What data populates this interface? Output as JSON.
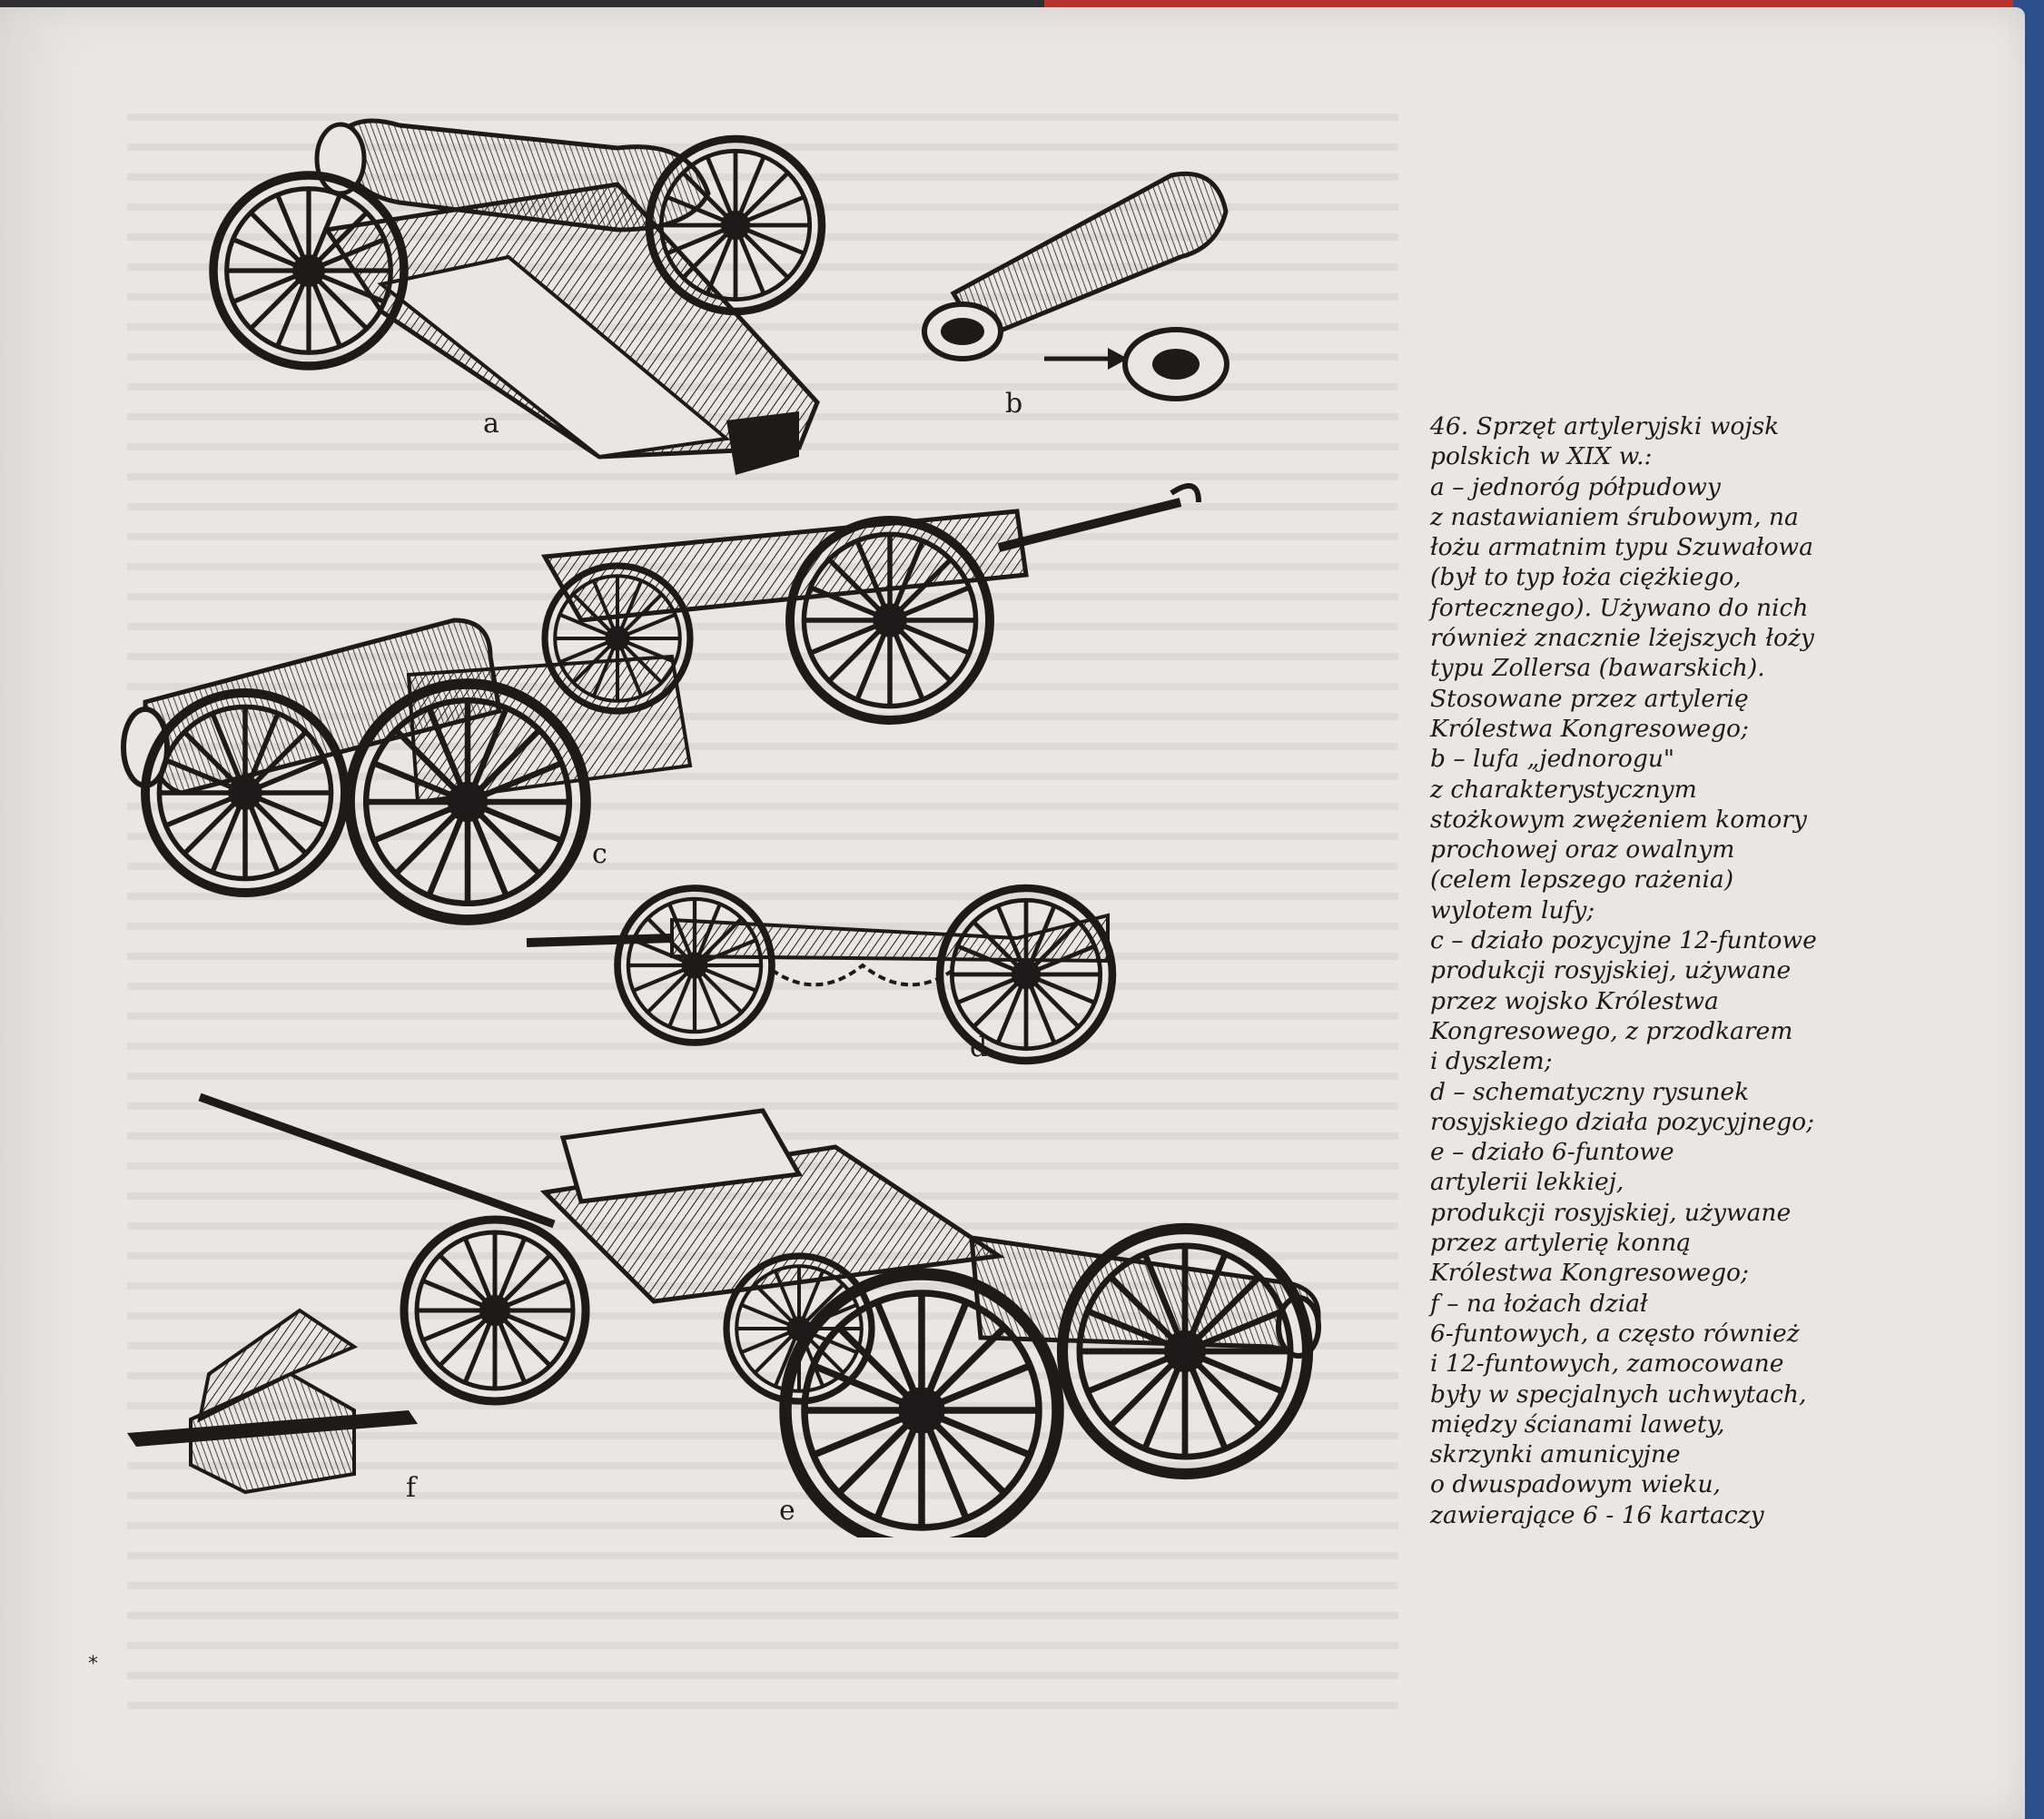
{
  "figure": {
    "labels": {
      "a": "a",
      "b": "b",
      "c": "c",
      "d": "d",
      "e": "e",
      "f": "f"
    }
  },
  "caption": {
    "lines": [
      "46. Sprzęt artyleryjski wojsk",
      "polskich w XIX w.:",
      "a – jednoróg półpudowy",
      "z nastawianiem śrubowym, na",
      "łożu armatnim typu Szuwałowa",
      "(był to typ łoża ciężkiego,",
      "fortecznego). Używano do nich",
      "również znacznie lżejszych łoży",
      "typu Zollersa (bawarskich).",
      "Stosowane przez artylerię",
      "Królestwa Kongresowego;",
      "b – lufa „jednorogu\"",
      "z charakterystycznym",
      "stożkowym zwężeniem komory",
      "prochowej oraz owalnym",
      "(celem lepszego rażenia)",
      "wylotem lufy;",
      "c – działo pozycyjne 12-funtowe",
      "produkcji rosyjskiej, używane",
      "przez wojsko Królestwa",
      "Kongresowego, z przodkarem",
      "i dyszlem;",
      "d – schematyczny rysunek",
      "rosyjskiego działa pozycyjnego;",
      "e – działo 6-funtowe",
      "artylerii lekkiej,",
      "produkcji rosyjskiej, używane",
      "przez artylerię konną",
      "Królestwa Kongresowego;",
      "f – na łożach dział",
      "6-funtowych, a często również",
      "i 12-funtowych, zamocowane",
      "były w specjalnych uchwytach,",
      "między ścianami lawety,",
      "skrzynki amunicyjne",
      "o dwuspadowym wieku,",
      "zawierające 6 - 16 kartaczy"
    ]
  },
  "signature_mark": "*",
  "colors": {
    "paper": "#e9e6e3",
    "ink": "#1d1b1a",
    "cover_red": "#b8322c",
    "cover_blue": "#2c4f8c"
  }
}
